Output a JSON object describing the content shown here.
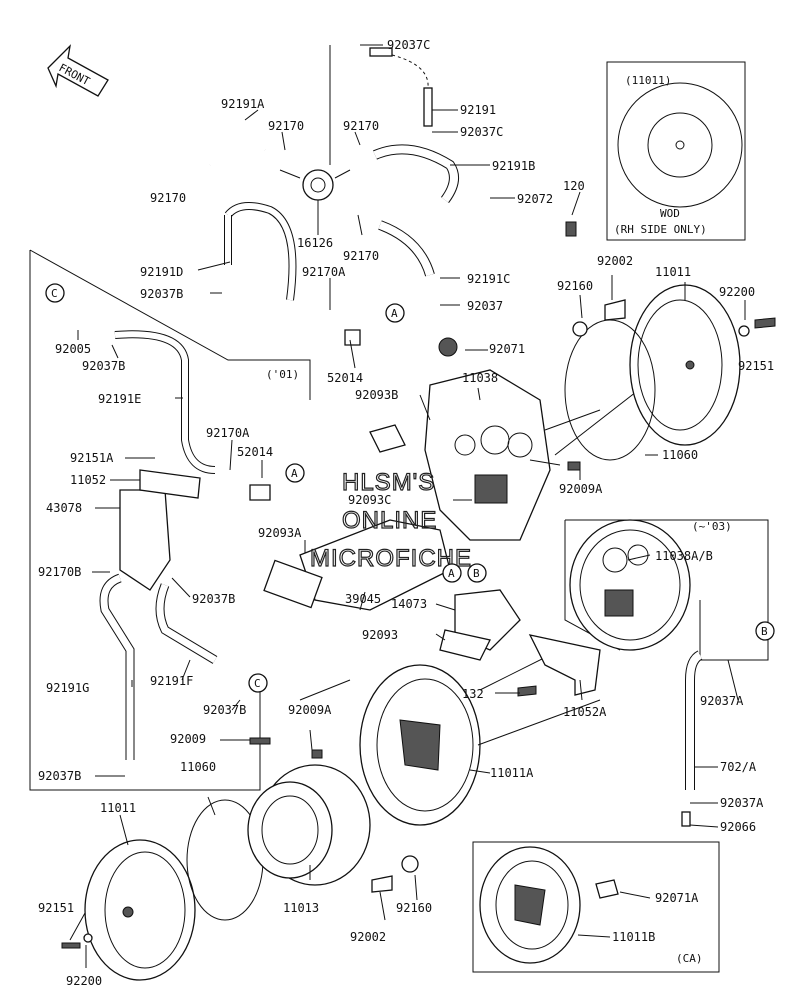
{
  "watermark": {
    "line1": "HLSM'S",
    "line2": "ONLINE",
    "line3": "MICROFICHE"
  },
  "front_label": "FRONT",
  "insets": {
    "wod_box": {
      "ref": "(11011)",
      "line1": "WOD",
      "line2": "(RH SIDE ONLY)"
    },
    "year_01": "('01)",
    "year_03": "(~'03)",
    "ca_box": "(CA)"
  },
  "callouts": {
    "c": "C",
    "a": "A",
    "b": "B"
  },
  "parts": {
    "p92037C_top": "92037C",
    "p92191": "92191",
    "p92037C_2": "92037C",
    "p92191A": "92191A",
    "p92170_a": "92170",
    "p92170_b": "92170",
    "p92191B": "92191B",
    "p92170_c": "92170",
    "p92072": "92072",
    "p120": "120",
    "p16126": "16126",
    "p92170_d": "92170",
    "p92191D": "92191D",
    "p92037B_a": "92037B",
    "p92170A_a": "92170A",
    "p92191C": "92191C",
    "p92037": "92037",
    "p92002_a": "92002",
    "p11011_a": "11011",
    "p92160_a": "92160",
    "p92200_a": "92200",
    "p92005": "92005",
    "p92037B_b": "92037B",
    "p52014_a": "52014",
    "p92071": "92071",
    "p92151_a": "92151",
    "p11038": "11038",
    "p92093B": "92093B",
    "p92191E": "92191E",
    "p92170A_b": "92170A",
    "p52014_b": "52014",
    "p92151A": "92151A",
    "p11052": "11052",
    "p11060_a": "11060",
    "p92093C": "92093C",
    "p92009A_a": "92009A",
    "p43078": "43078",
    "p92093A": "92093A",
    "p11038AB": "11038A/B",
    "p92170B": "92170B",
    "p92037B_c": "92037B",
    "p39045": "39045",
    "p14073": "14073",
    "p92093": "92093",
    "p92191F": "92191F",
    "p92191G": "92191G",
    "p132": "132",
    "p11052A": "11052A",
    "p92037A_a": "92037A",
    "p92037B_d": "92037B",
    "p92009A_b": "92009A",
    "p92009": "92009",
    "p11011A": "11011A",
    "p702A": "702/A",
    "p92037B_e": "92037B",
    "p11060_b": "11060",
    "p92037A_b": "92037A",
    "p92066": "92066",
    "p11011_b": "11011",
    "p92071A": "92071A",
    "p11013": "11013",
    "p92151_b": "92151",
    "p92160_b": "92160",
    "p11011B": "11011B",
    "p92002_b": "92002",
    "p92200_b": "92200"
  }
}
